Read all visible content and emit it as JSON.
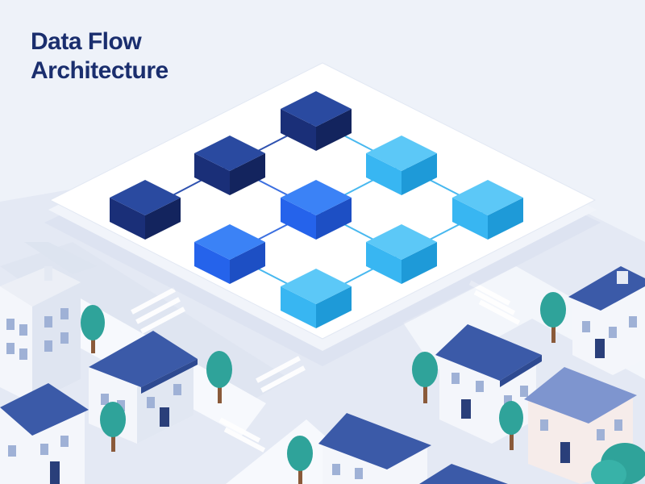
{
  "title": {
    "line1": "Data Flow",
    "line2": "Architecture"
  },
  "colors": {
    "background": "#eef2f9",
    "title": "#1a2e6e",
    "node_navy": "#1e3a8a",
    "node_blue": "#2563eb",
    "node_sky": "#38bdf8",
    "platform": "#ffffff",
    "roof": "#3b5aa8",
    "tree": "#2fa39a",
    "road": "#f7f9fd"
  },
  "diagram": {
    "nodes": [
      {
        "id": "n1",
        "color": "navy"
      },
      {
        "id": "n2",
        "color": "navy"
      },
      {
        "id": "n3",
        "color": "navy"
      },
      {
        "id": "n4",
        "color": "blue"
      },
      {
        "id": "n5",
        "color": "blue"
      },
      {
        "id": "n6",
        "color": "sky"
      },
      {
        "id": "n7",
        "color": "sky"
      },
      {
        "id": "n8",
        "color": "sky"
      },
      {
        "id": "n9",
        "color": "sky"
      }
    ],
    "edges": [
      {
        "from": "n1",
        "to": "n2"
      },
      {
        "from": "n2",
        "to": "n3"
      },
      {
        "from": "n2",
        "to": "n4"
      },
      {
        "from": "n3",
        "to": "n6"
      },
      {
        "from": "n4",
        "to": "n5"
      },
      {
        "from": "n4",
        "to": "n6"
      },
      {
        "from": "n4",
        "to": "n8"
      },
      {
        "from": "n5",
        "to": "n9"
      },
      {
        "from": "n6",
        "to": "n7"
      },
      {
        "from": "n8",
        "to": "n9"
      },
      {
        "from": "n7",
        "to": "n8"
      }
    ]
  }
}
